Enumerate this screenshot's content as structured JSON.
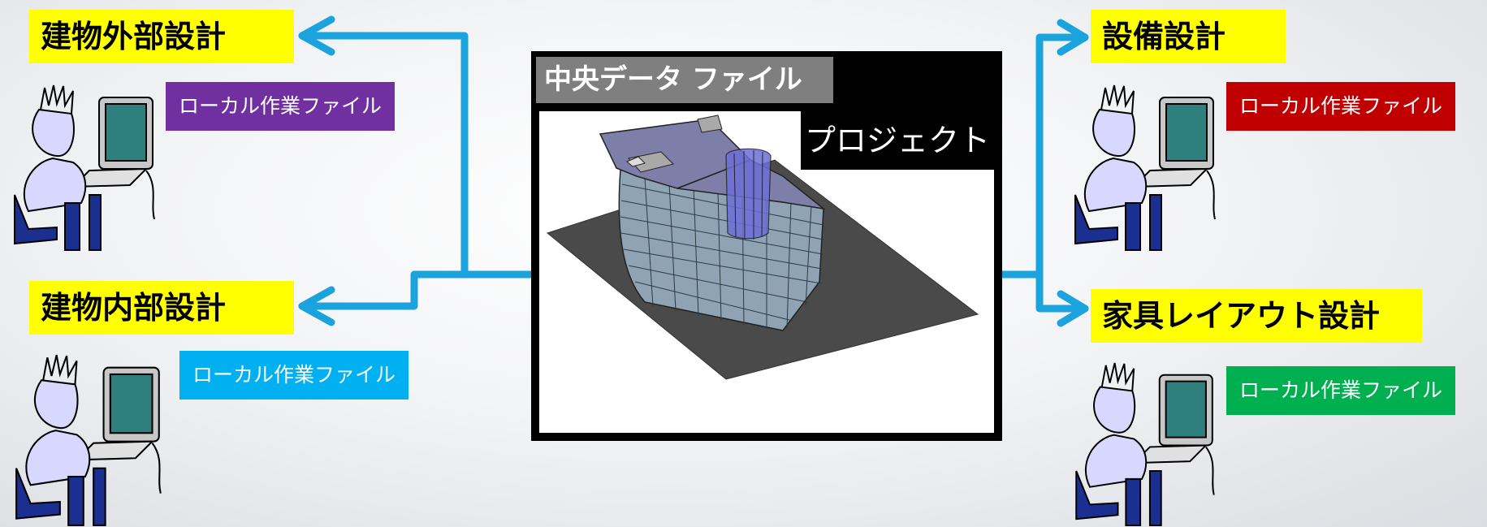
{
  "central": {
    "title": "中央データ ファイル",
    "project_label": "プロジェクト"
  },
  "disciplines": {
    "exterior": {
      "label": "建物外部設計",
      "local_file": "ローカル作業ファイル",
      "color": "#7030a0"
    },
    "interior": {
      "label": "建物内部設計",
      "local_file": "ローカル作業ファイル",
      "color": "#00b0f0"
    },
    "equipment": {
      "label": "設備設計",
      "local_file": "ローカル作業ファイル",
      "color": "#c00000"
    },
    "furniture": {
      "label": "家具レイアウト設計",
      "local_file": "ローカル作業ファイル",
      "color": "#00b050"
    }
  },
  "colors": {
    "label_bg": "#ffff00",
    "arrow": "#1aa3dc"
  }
}
